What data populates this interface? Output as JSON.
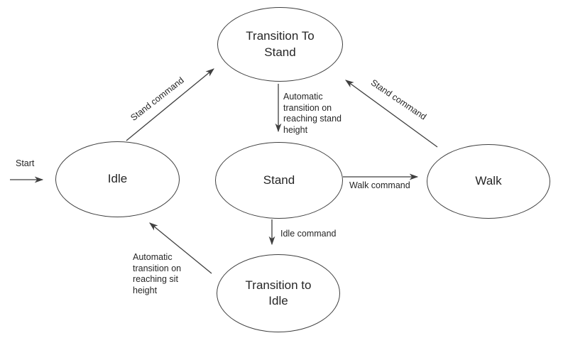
{
  "diagram": {
    "type": "state-machine",
    "background_color": "#ffffff",
    "stroke_color": "#3f3f3f",
    "text_color": "#262626",
    "nodes": {
      "transition_to_stand": {
        "label": "Transition To Stand"
      },
      "idle": {
        "label": "Idle"
      },
      "stand": {
        "label": "Stand"
      },
      "walk": {
        "label": "Walk"
      },
      "transition_to_idle": {
        "label": "Transition to Idle"
      }
    },
    "edges": {
      "start_to_idle": {
        "label": "Start",
        "from": "start",
        "to": "idle"
      },
      "idle_to_transition_to_stand": {
        "label": "Stand command",
        "from": "idle",
        "to": "transition_to_stand"
      },
      "transition_to_stand_to_stand": {
        "label": "Automatic transition on reaching stand height",
        "from": "transition_to_stand",
        "to": "stand"
      },
      "walk_to_transition_to_stand": {
        "label": "Stand command",
        "from": "walk",
        "to": "transition_to_stand"
      },
      "stand_to_walk": {
        "label": "Walk command",
        "from": "stand",
        "to": "walk"
      },
      "stand_to_transition_to_idle": {
        "label": "Idle command",
        "from": "stand",
        "to": "transition_to_idle"
      },
      "transition_to_idle_to_idle": {
        "label": "Automatic transition on reaching sit height",
        "from": "transition_to_idle",
        "to": "idle"
      }
    }
  }
}
